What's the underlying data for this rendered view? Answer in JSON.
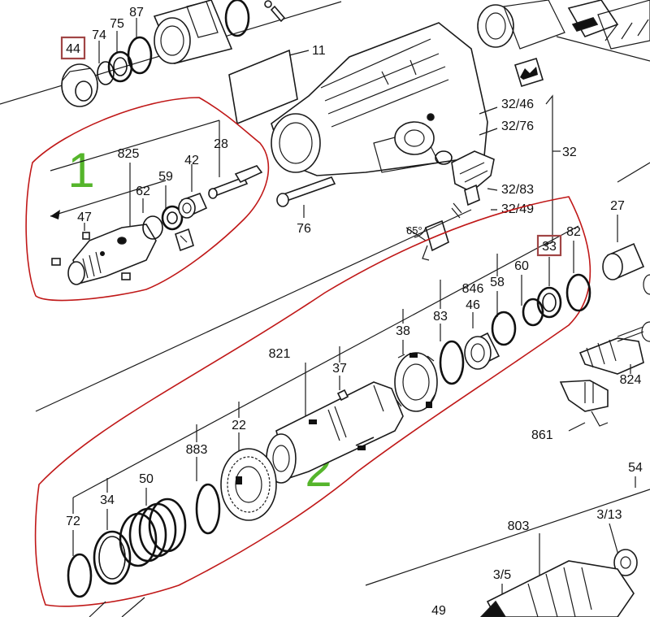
{
  "parts": {
    "p44": "44",
    "p74": "74",
    "p75": "75",
    "p87": "87",
    "p11": "11",
    "p825": "825",
    "p62": "62",
    "p59": "59",
    "p42": "42",
    "p28": "28",
    "p47": "47",
    "p76": "76",
    "p32_46": "32/46",
    "p32_76": "32/76",
    "p32": "32",
    "p32_83": "32/83",
    "p32_49": "32/49",
    "angle": "65°",
    "p33": "33",
    "p82": "82",
    "p60": "60",
    "p58": "58",
    "p846": "846",
    "p46": "46",
    "p83": "83",
    "p38": "38",
    "p821": "821",
    "p37": "37",
    "p22": "22",
    "p883": "883",
    "p50": "50",
    "p34": "34",
    "p72": "72",
    "p27": "27",
    "p824": "824",
    "p861": "861",
    "p54": "54",
    "p3_13": "3/13",
    "p803": "803",
    "p3_5": "3/5",
    "p49": "49"
  },
  "groups": {
    "g1": "1",
    "g2": "2"
  },
  "colors": {
    "highlight_box": "#a04545",
    "group_outline": "#c01818",
    "group_number": "#55b52b"
  }
}
